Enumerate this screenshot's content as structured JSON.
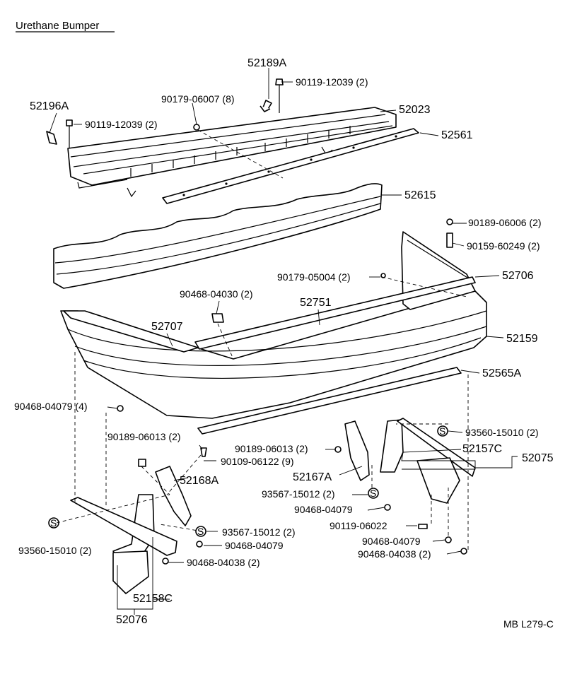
{
  "title": "Urethane Bumper",
  "figure_code": "MB L279-C",
  "labels": {
    "p52189A": "52189A",
    "p90119_12039_a": "90119-12039 (2)",
    "p90179_06007": "90179-06007 (8)",
    "p52196A": "52196A",
    "p90119_12039_b": "90119-12039 (2)",
    "p52023": "52023",
    "p52561": "52561",
    "p52615": "52615",
    "p90189_06006": "90189-06006 (2)",
    "p90159_60249": "90159-60249 (2)",
    "p90179_05004": "90179-05004 (2)",
    "p52706": "52706",
    "p90468_04030": "90468-04030 (2)",
    "p52751": "52751",
    "p52707": "52707",
    "p52159": "52159",
    "p52565A": "52565A",
    "p90468_04079_a": "90468-04079 (4)",
    "p93560_15010_a": "93560-15010 (2)",
    "p90189_06013_a": "90189-06013 (2)",
    "p90189_06013_b": "90189-06013 (2)",
    "p52157C": "52157C",
    "p90109_06122": "90109-06122 (9)",
    "p52075": "52075",
    "p52168A": "52168A",
    "p52167A": "52167A",
    "p93567_15012_a": "93567-15012 (2)",
    "p90468_04079_b": "90468-04079",
    "p90119_06022": "90119-06022",
    "p93567_15012_b": "93567-15012 (2)",
    "p90468_04079_c": "90468-04079",
    "p90468_04079_d": "90468-04079",
    "p93560_15010_b": "93560-15010 (2)",
    "p90468_04038_a": "90468-04038 (2)",
    "p90468_04038_b": "90468-04038 (2)",
    "p52158C": "52158C",
    "p52076": "52076",
    "seal_mark": "S"
  }
}
